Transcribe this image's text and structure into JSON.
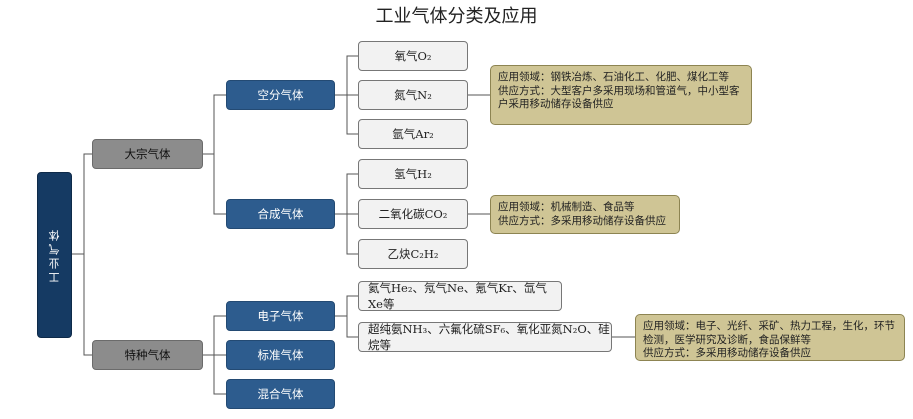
{
  "title": "工业气体分类及应用",
  "root": "工业气体",
  "categories": {
    "bulk": "大宗气体",
    "special": "特种气体"
  },
  "subcategories": {
    "air_separation": "空分气体",
    "synthetic": "合成气体",
    "electronic": "电子气体",
    "standard": "标准气体",
    "mixed": "混合气体"
  },
  "gases": {
    "oxygen": "氧气O₂",
    "nitrogen": "氮气N₂",
    "argon": "氩气Ar₂",
    "hydrogen": "氢气H₂",
    "co2": "二氧化碳CO₂",
    "acetylene": "乙炔C₂H₂",
    "rare": "氦气He₂、氖气Ne、氪气Kr、氙气Xe等",
    "electronic_list": "超纯氨NH₃、六氟化硫SF₆、氧化亚氮N₂O、硅烷等"
  },
  "notes": {
    "air_separation": {
      "line1": "应用领域：钢铁冶炼、石油化工、化肥、煤化工等",
      "line2": "供应方式：大型客户多采用现场和管道气，中小型客户采用移动储存设备供应"
    },
    "synthetic": {
      "line1": "应用领域：机械制造、食品等",
      "line2": "供应方式：多采用移动储存设备供应"
    },
    "electronic": {
      "line1": "应用领域：电子、光纤、采矿、热力工程，生化，环节检测，医学研究及诊断，食品保鲜等",
      "line2": "供应方式：多采用移动储存设备供应"
    }
  }
}
